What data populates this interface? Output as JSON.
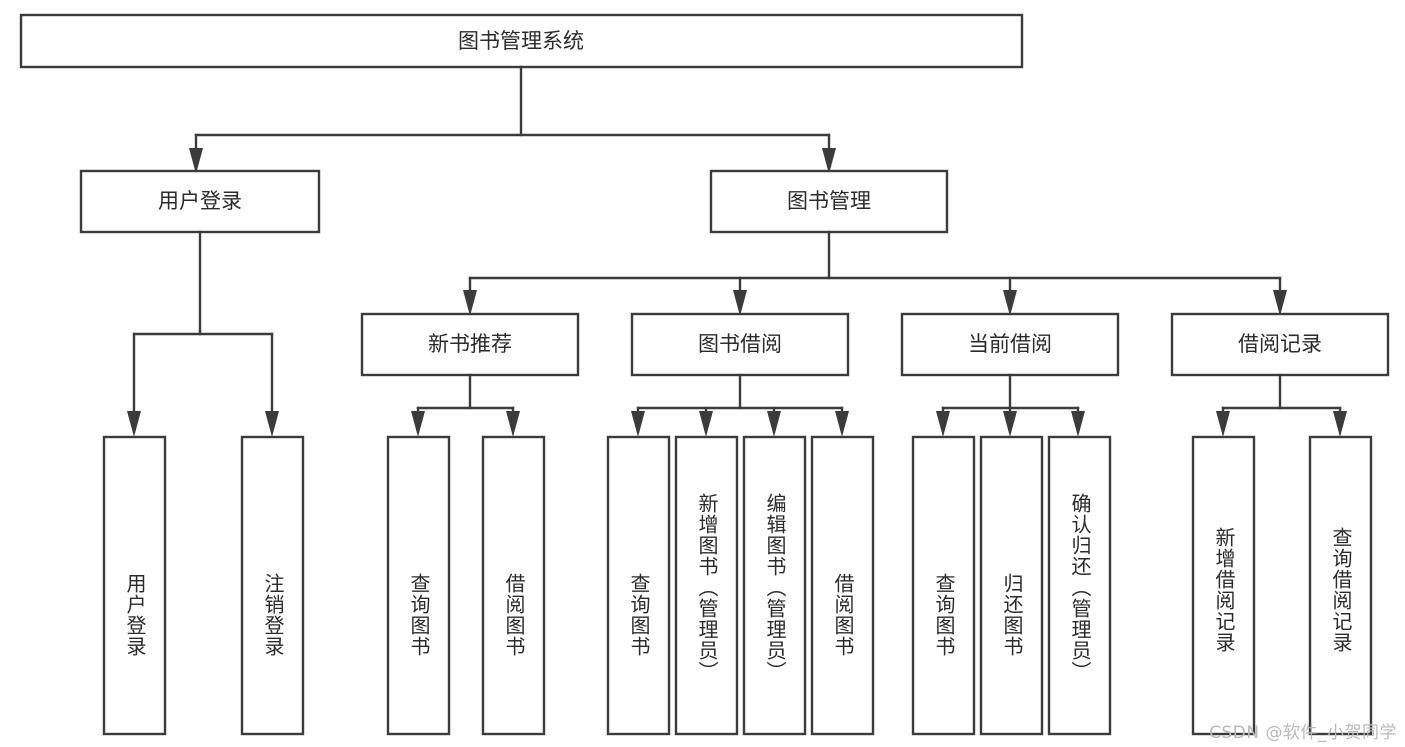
{
  "diagram": {
    "type": "tree",
    "title": "图书管理系统",
    "watermark": "CSDN @软件_小贺同学",
    "colors": {
      "stroke": "#3b3b3b",
      "fill": "#ffffff",
      "text": "#2b2b2b",
      "watermark": "#b9b9b9",
      "background": "#ffffff"
    },
    "root": {
      "label": "图书管理系统"
    },
    "level2": [
      {
        "label": "用户登录"
      },
      {
        "label": "图书管理"
      }
    ],
    "level3": [
      {
        "label": "新书推荐"
      },
      {
        "label": "图书借阅"
      },
      {
        "label": "当前借阅"
      },
      {
        "label": "借阅记录"
      }
    ],
    "leaves": {
      "user_login": [
        {
          "label": "用户登录"
        },
        {
          "label": "注销登录"
        }
      ],
      "new_book_recommend": [
        {
          "label": "查询图书"
        },
        {
          "label": "借阅图书"
        }
      ],
      "book_borrow": [
        {
          "label": "查询图书"
        },
        {
          "label": "新增图书（管理员）"
        },
        {
          "label": "编辑图书（管理员）"
        },
        {
          "label": "借阅图书"
        }
      ],
      "current_borrow": [
        {
          "label": "查询图书"
        },
        {
          "label": "归还图书"
        },
        {
          "label": "确认归还（管理员）"
        }
      ],
      "borrow_record": [
        {
          "label": "新增借阅记录"
        },
        {
          "label": "查询借阅记录"
        }
      ]
    }
  }
}
